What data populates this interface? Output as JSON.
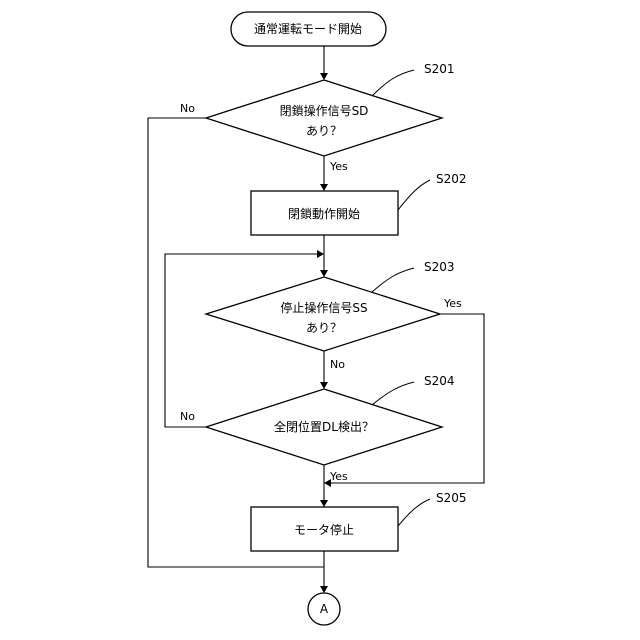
{
  "nodes": {
    "start": "通常運転モード開始",
    "s201_line1": "閉鎖操作信号SD",
    "s201_line2": "あり？",
    "s202": "閉鎖動作開始",
    "s203_line1": "停止操作信号SS",
    "s203_line2": "あり？",
    "s204": "全閉位置DL検出？",
    "s205": "モータ停止",
    "connector": "A"
  },
  "steps": {
    "s201": "S201",
    "s202": "S202",
    "s203": "S203",
    "s204": "S204",
    "s205": "S205"
  },
  "edges": {
    "s201_no": "No",
    "s201_yes": "Yes",
    "s203_yes": "Yes",
    "s203_no": "No",
    "s204_no": "No",
    "s204_yes": "Yes"
  }
}
